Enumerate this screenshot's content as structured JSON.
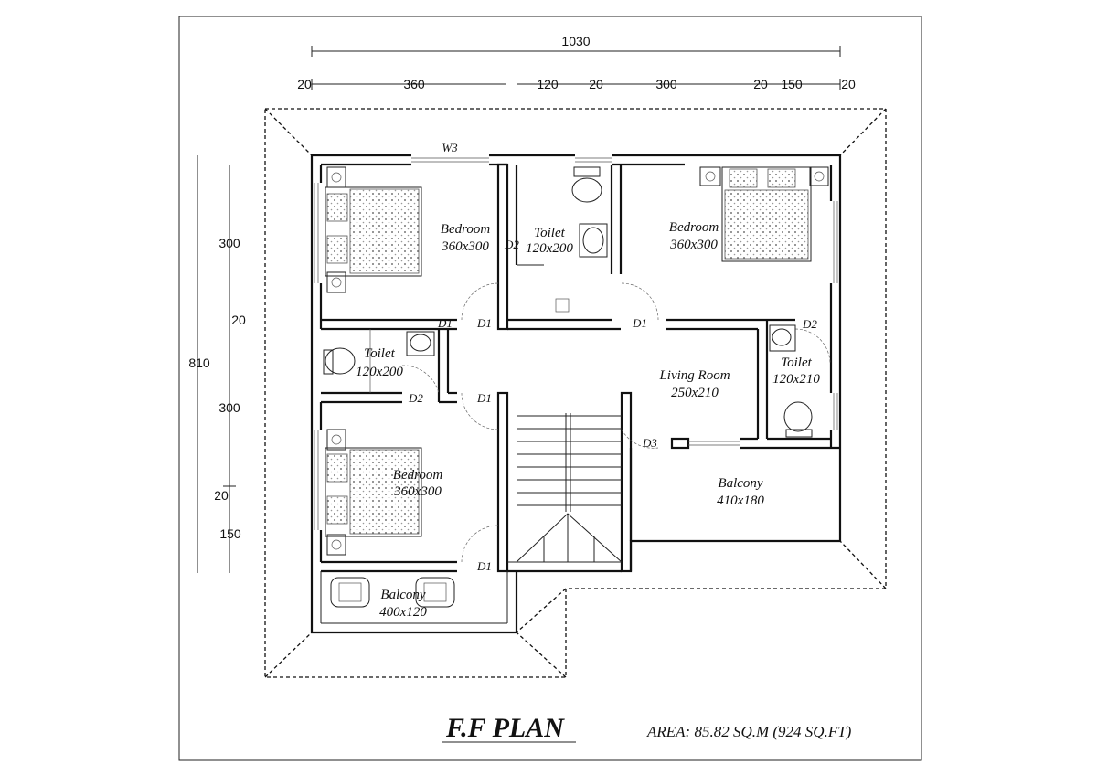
{
  "plan": {
    "title": "F.F PLAN",
    "area": "AREA: 85.82 SQ.M (924 SQ.FT)",
    "overall_width": "1030",
    "overall_height": "810",
    "top_dims": [
      "20",
      "360",
      "120",
      "20",
      "300",
      "20",
      "150",
      "20"
    ],
    "left_dims": [
      "300",
      "20",
      "300",
      "20",
      "150"
    ],
    "window_label": "W3",
    "rooms": {
      "bedroom_top_left": {
        "name": "Bedroom",
        "size": "360x300"
      },
      "toilet_top": {
        "name": "Toilet",
        "size": "120x200"
      },
      "bedroom_top_right": {
        "name": "Bedroom",
        "size": "360x300"
      },
      "toilet_left": {
        "name": "Toilet",
        "size": "120x200"
      },
      "living": {
        "name": "Living Room",
        "size": "250x210"
      },
      "toilet_right": {
        "name": "Toilet",
        "size": "120x210"
      },
      "bedroom_bottom_left": {
        "name": "Bedroom",
        "size": "360x300"
      },
      "balcony_right": {
        "name": "Balcony",
        "size": "410x180"
      },
      "balcony_bottom": {
        "name": "Balcony",
        "size": "400x120"
      }
    },
    "doors": {
      "d2_top_toilet": "D2",
      "d1_bed1": "D1",
      "d1_left_hall": "D1",
      "d1_right": "D1",
      "d2_right_toilet": "D2",
      "d2_left_toilet": "D2",
      "d1_mid_hall": "D1",
      "d3_balcony": "D3",
      "d1_bed3": "D1"
    }
  }
}
